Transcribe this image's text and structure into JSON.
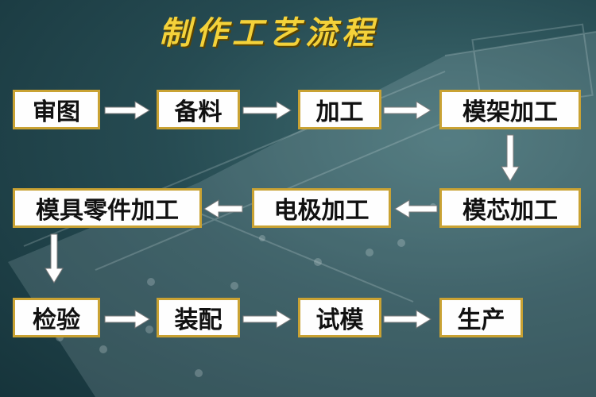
{
  "title": "制作工艺流程",
  "steps": {
    "review_drawing": "审图",
    "prepare_material": "备料",
    "machining": "加工",
    "mold_frame_machining": "模架加工",
    "mold_core_machining": "模芯加工",
    "electrode_machining": "电极加工",
    "mold_parts_machining": "模具零件加工",
    "inspection": "检验",
    "assembly": "装配",
    "mold_trial": "试模",
    "production": "生产"
  },
  "colors": {
    "title": "#f4d23a",
    "box_border": "#c9a233",
    "box_fill": "#fefefe",
    "arrow": "#ffffff",
    "background": "#264b52"
  }
}
